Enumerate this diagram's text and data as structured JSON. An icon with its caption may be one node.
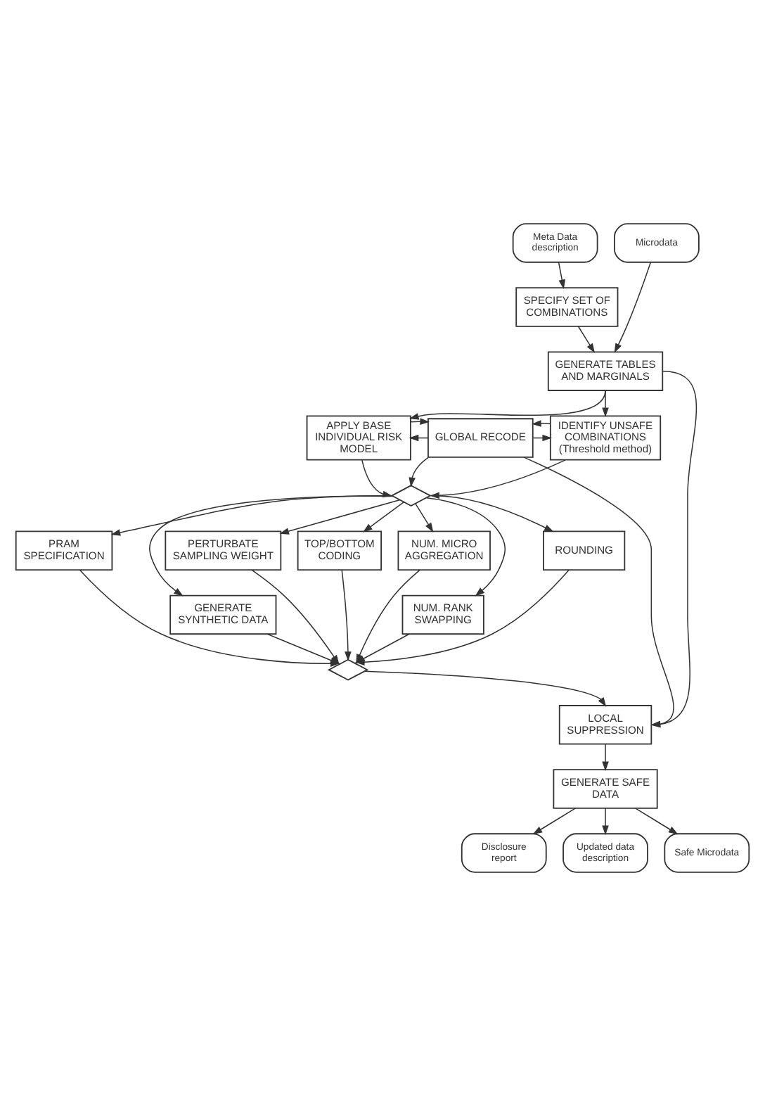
{
  "diagram": {
    "nodes": [
      {
        "text": [
          "Meta Data description"
        ]
      },
      {
        "text": [
          "Microdata"
        ]
      },
      {
        "text": [
          "SPECIFY SET OF COMBINATIONS"
        ]
      },
      {
        "text": [
          "GENERATE TABLES AND MARGINALS"
        ]
      },
      {
        "text": [
          "APPLY BASE INDIVIDUAL RISK MODEL"
        ]
      },
      {
        "text": [
          "GLOBAL RECODE"
        ]
      },
      {
        "text": [
          "IDENTIFY UNSAFE COMBINATIONS (Threshold method)"
        ]
      },
      {
        "text": [],
        "shape": "diamond"
      },
      {
        "text": [
          "PRAM SPECIFICATION"
        ]
      },
      {
        "text": [
          "PERTURBATE SAMPLING WEIGHT"
        ]
      },
      {
        "text": [
          "TOP/BOTTOM CODING"
        ]
      },
      {
        "text": [
          "NUM. MICRO AGGREGATION"
        ]
      },
      {
        "text": [
          "ROUNDING"
        ]
      },
      {
        "text": [
          "GENERATE SYNTHETIC DATA"
        ]
      },
      {
        "text": [
          "NUM. RANK SWAPPING"
        ]
      },
      {
        "text": [],
        "shape": "diamond"
      },
      {
        "text": [
          "LOCAL SUPPRESSION"
        ]
      },
      {
        "text": [
          "GENERATE SAFE DATA"
        ]
      },
      {
        "text": [
          "Disclosure report"
        ]
      },
      {
        "text": [
          "Updated data description"
        ]
      },
      {
        "text": [
          "Safe Microdata"
        ]
      }
    ],
    "edges": [
      {
        "from": 0,
        "to": 2,
        "arrow": "to"
      },
      {
        "from": 2,
        "to": 3,
        "arrow": "to"
      },
      {
        "from": 1,
        "to": 3,
        "arrow": "to"
      },
      {
        "from": 3,
        "to": 4,
        "arrow": "to"
      },
      {
        "from": 3,
        "to": 6,
        "arrow": "to"
      },
      {
        "from": 3,
        "to": 16,
        "arrow": "to"
      },
      {
        "from": 5,
        "to": 4,
        "arrow": "to"
      },
      {
        "from": 5,
        "to": 6,
        "arrow": "to"
      },
      {
        "from": 4,
        "to": 5,
        "arrow": "to"
      },
      {
        "from": 6,
        "to": 5,
        "arrow": "to"
      },
      {
        "from": 5,
        "to": 16,
        "arrow": "to"
      },
      {
        "from": 4,
        "to": 7,
        "arrow": "to"
      },
      {
        "from": 5,
        "to": 7,
        "arrow": "to"
      },
      {
        "from": 6,
        "to": 7,
        "arrow": "to"
      },
      {
        "from": 7,
        "to": 8,
        "arrow": "to"
      },
      {
        "from": 7,
        "to": 13,
        "arrow": "to"
      },
      {
        "from": 7,
        "to": 9,
        "arrow": "to"
      },
      {
        "from": 7,
        "to": 10,
        "arrow": "to"
      },
      {
        "from": 7,
        "to": 11,
        "arrow": "to"
      },
      {
        "from": 7,
        "to": 14,
        "arrow": "to"
      },
      {
        "from": 7,
        "to": 12,
        "arrow": "to"
      },
      {
        "from": 8,
        "to": 15,
        "arrow": "to"
      },
      {
        "from": 13,
        "to": 15,
        "arrow": "to"
      },
      {
        "from": 9,
        "to": 15,
        "arrow": "to"
      },
      {
        "from": 10,
        "to": 15,
        "arrow": "to"
      },
      {
        "from": 11,
        "to": 15,
        "arrow": "to"
      },
      {
        "from": 14,
        "to": 15,
        "arrow": "to"
      },
      {
        "from": 12,
        "to": 15,
        "arrow": "to"
      },
      {
        "from": 15,
        "to": 16,
        "arrow": "to"
      },
      {
        "from": 16,
        "to": 17,
        "arrow": "to"
      },
      {
        "from": 17,
        "to": 18,
        "arrow": "to"
      },
      {
        "from": 17,
        "to": 19,
        "arrow": "to"
      },
      {
        "from": 17,
        "to": 20,
        "arrow": "to"
      }
    ]
  }
}
